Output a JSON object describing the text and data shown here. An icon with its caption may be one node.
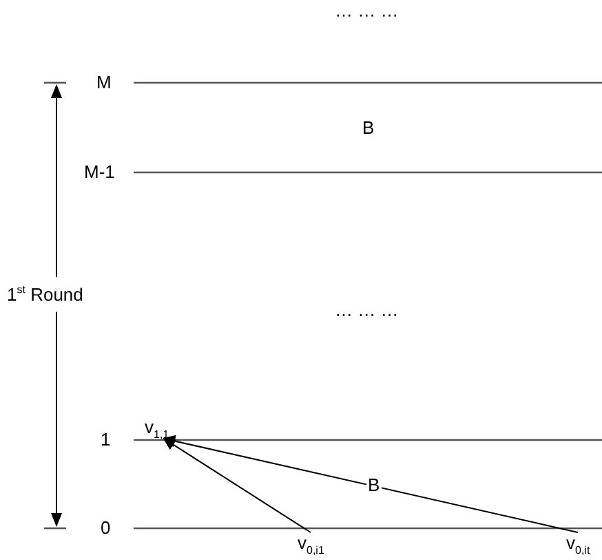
{
  "diagram": {
    "nodes": [
      {
        "text": [
          "v$_{1,1}$"
        ]
      },
      {
        "text": [
          "v$_{0,i1}$"
        ]
      },
      {
        "text": [
          "v$_{0,it}$"
        ]
      }
    ],
    "edges": [
      {
        "from": 1,
        "to": 0,
        "arrow": "to"
      },
      {
        "from": 2,
        "to": 0,
        "arrow": "to",
        "label": "B"
      }
    ],
    "labels": [
      "… … …",
      "M",
      "B",
      "M-1",
      "1$^{st}$ Round",
      "… … …",
      "1",
      "0"
    ]
  }
}
